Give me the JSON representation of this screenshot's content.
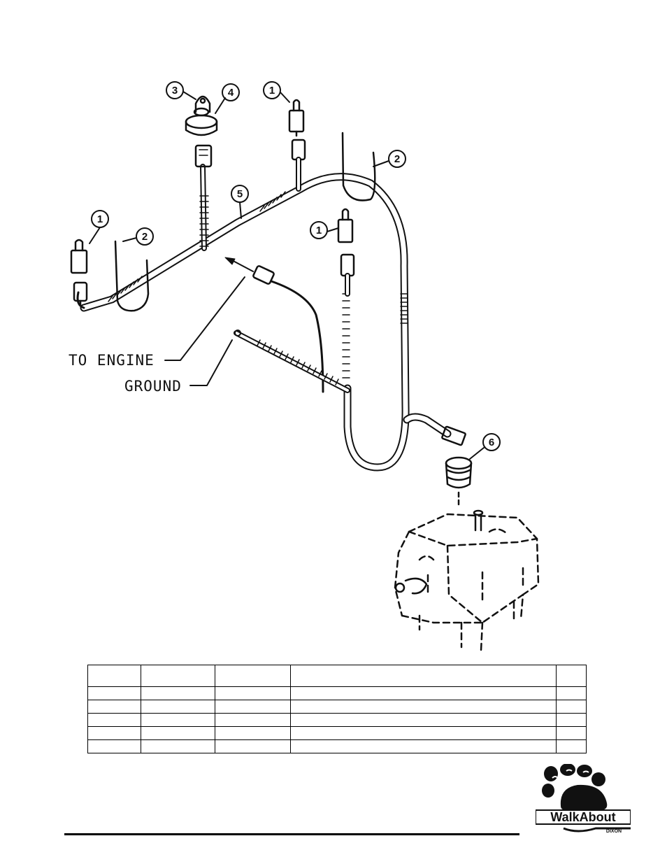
{
  "diagram": {
    "callouts": [
      "1",
      "2",
      "3",
      "4",
      "5",
      "6"
    ],
    "labels": {
      "to_engine": "TO ENGINE",
      "ground": "GROUND"
    }
  },
  "parts_table": {
    "rows": 6,
    "columns": 5
  },
  "logo": {
    "brand": "WalkAbout",
    "sub": "DIXON"
  },
  "colors": {
    "ink": "#000000",
    "paper": "#ffffff"
  }
}
